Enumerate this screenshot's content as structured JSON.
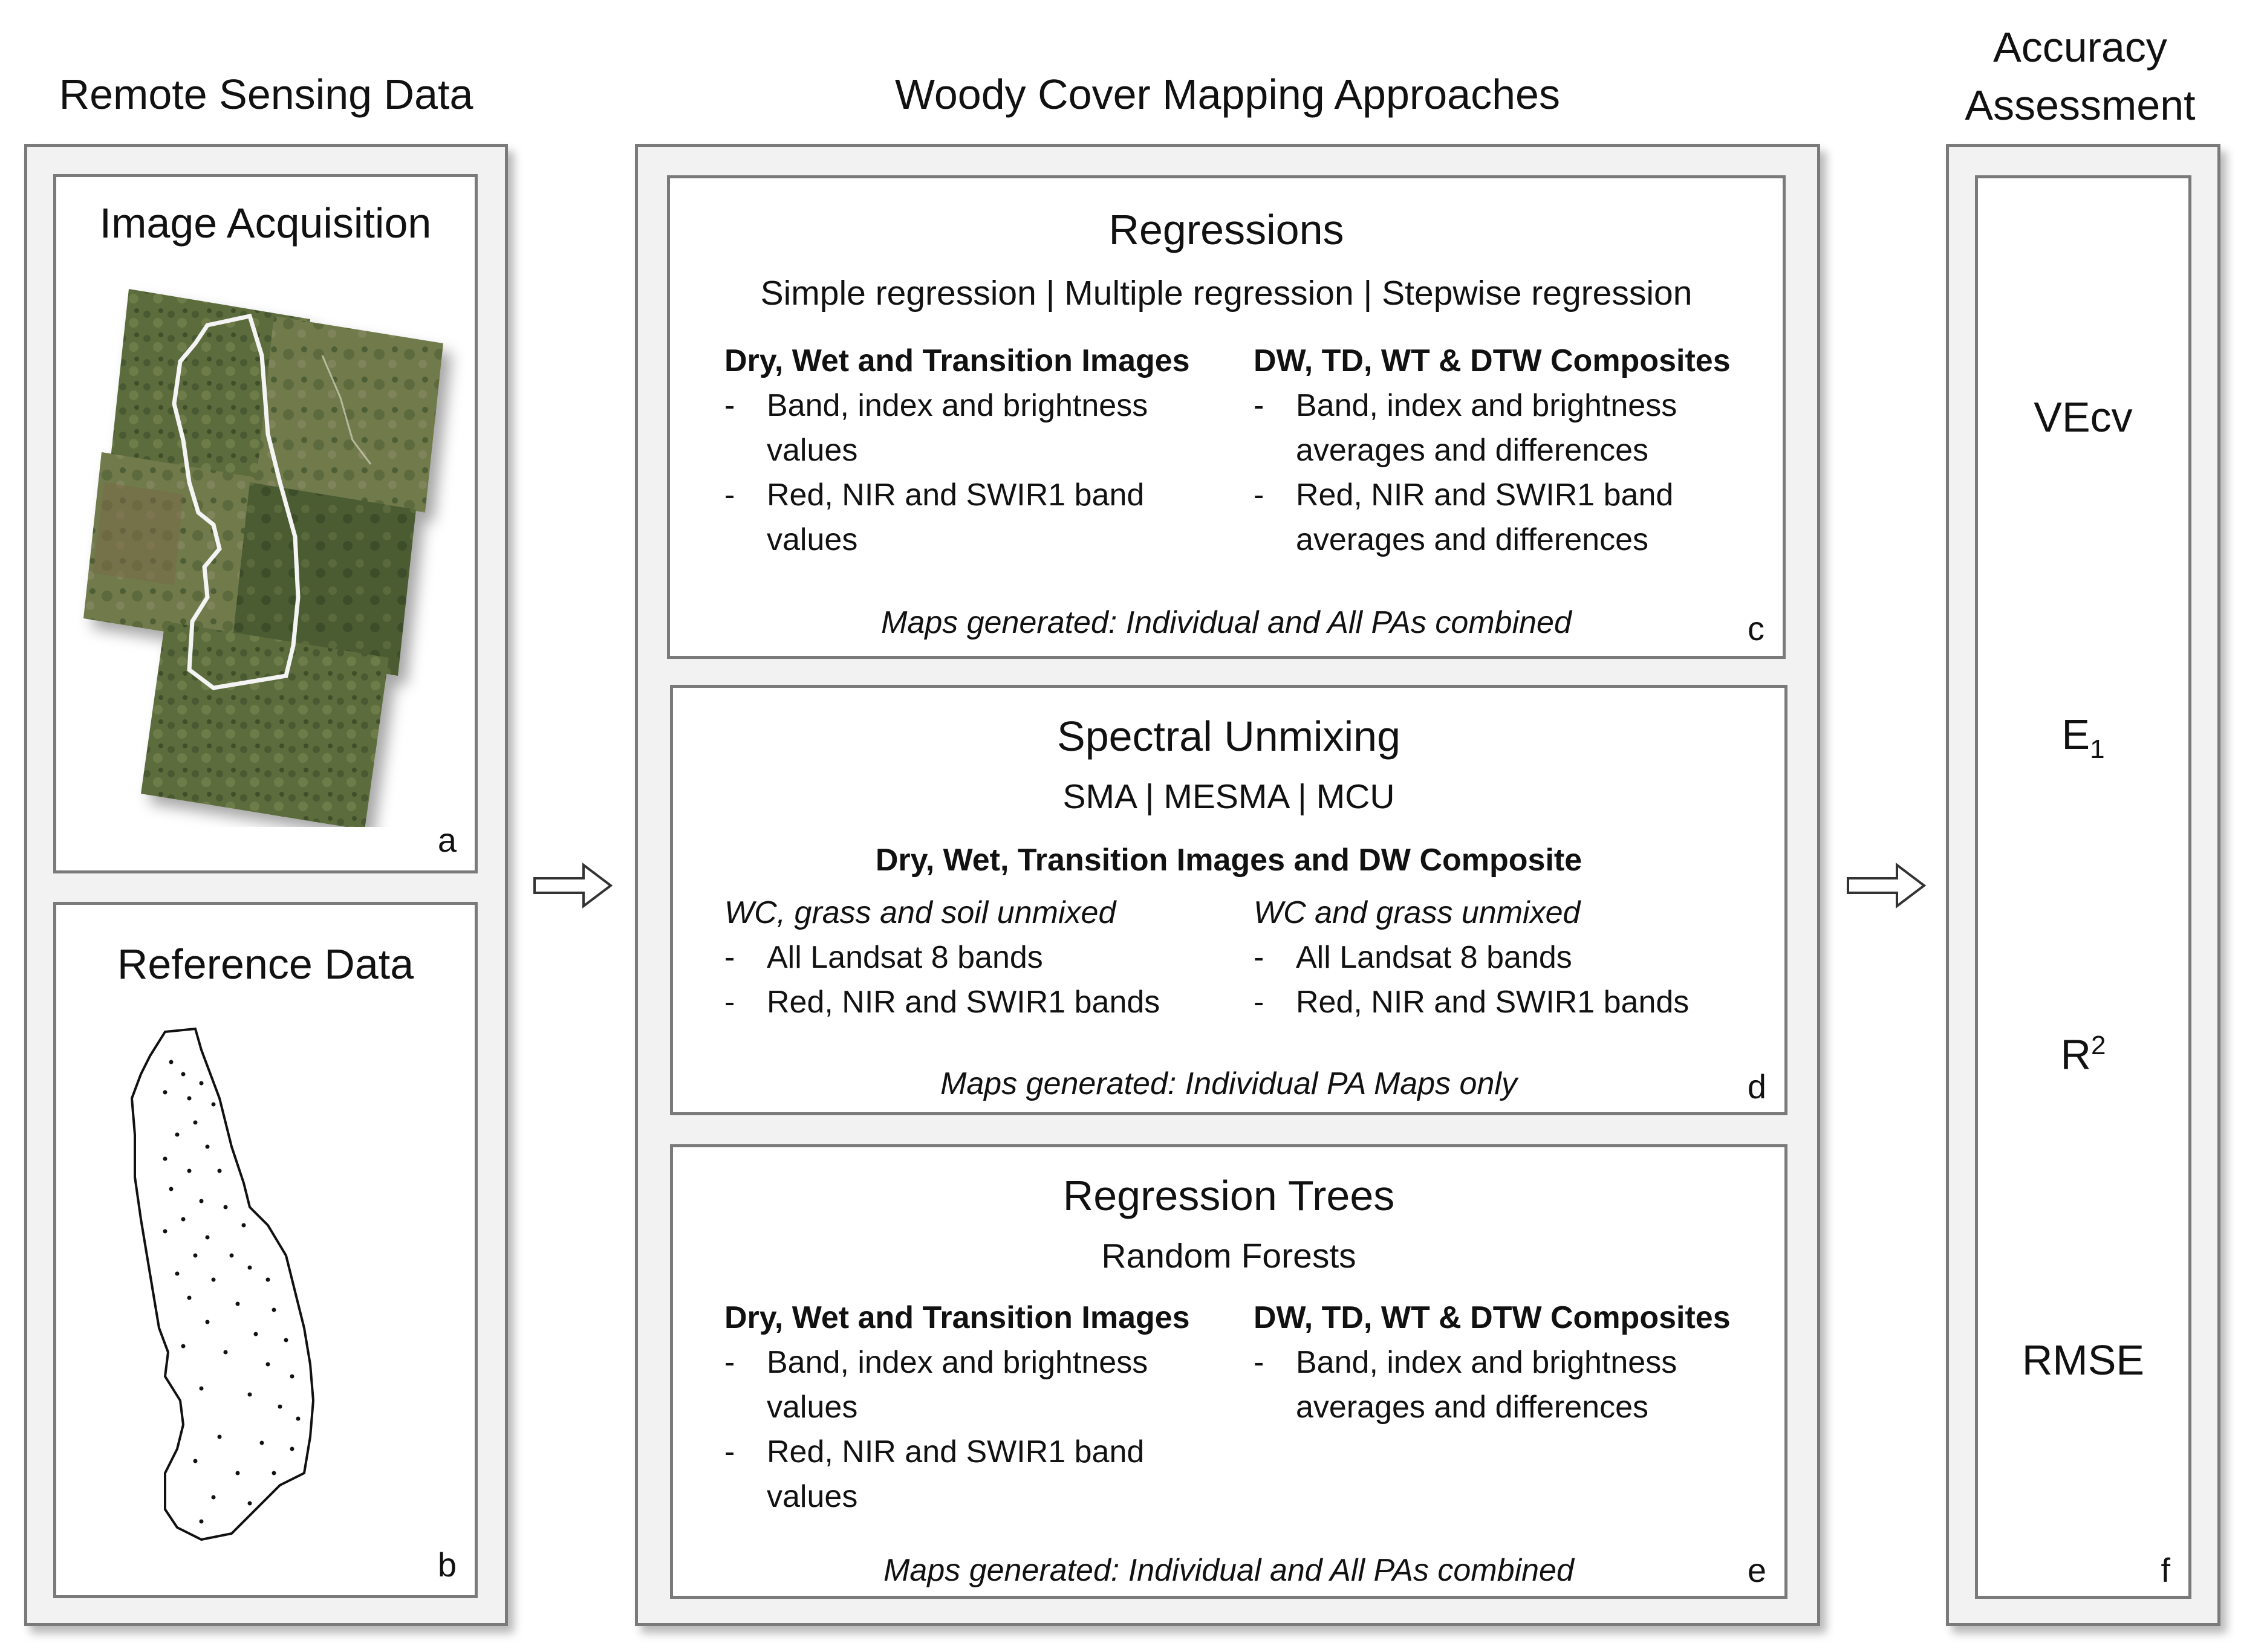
{
  "columns": {
    "remote_sensing": {
      "title": "Remote Sensing Data"
    },
    "woody_cover": {
      "title": "Woody Cover Mapping Approaches"
    },
    "accuracy": {
      "title_line1": "Accuracy",
      "title_line2": "Assessment"
    }
  },
  "panel_a": {
    "title": "Image Acquisition",
    "letter": "a"
  },
  "panel_b": {
    "title": "Reference Data",
    "letter": "b"
  },
  "panel_c": {
    "title": "Regressions",
    "methods": "Simple regression | Multiple regression | Stepwise regression",
    "left": {
      "heading": "Dry, Wet and Transition Images",
      "items": [
        {
          "line1": "Band, index and brightness",
          "line2": "values"
        },
        {
          "line1": "Red, NIR and SWIR1 band",
          "line2": "values"
        }
      ]
    },
    "right": {
      "heading": "DW, TD, WT & DTW Composites",
      "items": [
        {
          "line1": "Band, index and brightness",
          "line2": "averages and differences"
        },
        {
          "line1": "Red, NIR and SWIR1 band",
          "line2": "averages and differences"
        }
      ]
    },
    "maps": "Maps generated: Individual and All PAs combined",
    "letter": "c"
  },
  "panel_d": {
    "title": "Spectral Unmixing",
    "methods": "SMA | MESMA | MCU",
    "center_heading": "Dry, Wet, Transition Images and DW Composite",
    "left": {
      "heading": "WC, grass and soil unmixed",
      "items": [
        "All Landsat 8 bands",
        "Red, NIR and SWIR1 bands"
      ]
    },
    "right": {
      "heading": "WC and grass unmixed",
      "items": [
        "All Landsat 8 bands",
        "Red, NIR and SWIR1 bands"
      ]
    },
    "maps": "Maps generated: Individual PA Maps only",
    "letter": "d"
  },
  "panel_e": {
    "title": "Regression Trees",
    "methods": "Random Forests",
    "left": {
      "heading": "Dry, Wet and Transition Images",
      "items": [
        {
          "line1": "Band, index and brightness",
          "line2": "values"
        },
        {
          "line1": "Red, NIR and SWIR1 band",
          "line2": "values"
        }
      ]
    },
    "right": {
      "heading": "DW, TD, WT & DTW Composites",
      "items": [
        {
          "line1": "Band, index and brightness",
          "line2": "averages and differences"
        }
      ]
    },
    "maps": "Maps generated: Individual and All PAs combined",
    "letter": "e"
  },
  "panel_f": {
    "letter": "f",
    "metrics": {
      "vecv": "VEcv",
      "e1_base": "E",
      "e1_sub": "1",
      "r2_base": "R",
      "r2_sup": "2",
      "rmse": "RMSE"
    }
  },
  "colors": {
    "frame_border": "#7a7a7a",
    "frame_fill": "#f2f2f2",
    "tile_greens": [
      "#5a6b3c",
      "#6d7a45",
      "#4e5e34",
      "#7d7f55",
      "#3f5230"
    ],
    "outline_white": "#f4f4f4"
  }
}
